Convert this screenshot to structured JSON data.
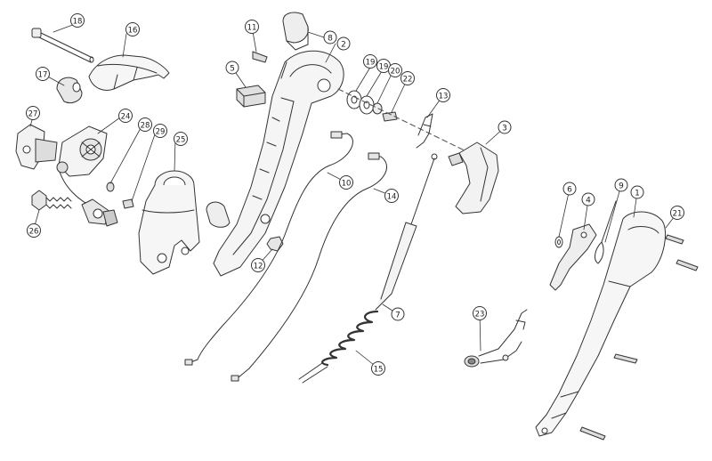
{
  "diagram": {
    "callouts": [
      {
        "id": "c1",
        "label": "1"
      },
      {
        "id": "c2",
        "label": "2"
      },
      {
        "id": "c3",
        "label": "3"
      },
      {
        "id": "c4",
        "label": "4"
      },
      {
        "id": "c5",
        "label": "5"
      },
      {
        "id": "c6",
        "label": "6"
      },
      {
        "id": "c7",
        "label": "7"
      },
      {
        "id": "c8",
        "label": "8"
      },
      {
        "id": "c9",
        "label": "9"
      },
      {
        "id": "c10",
        "label": "10"
      },
      {
        "id": "c11",
        "label": "11"
      },
      {
        "id": "c12",
        "label": "12"
      },
      {
        "id": "c13",
        "label": "13"
      },
      {
        "id": "c14",
        "label": "14"
      },
      {
        "id": "c15",
        "label": "15"
      },
      {
        "id": "c16",
        "label": "16"
      },
      {
        "id": "c17",
        "label": "17"
      },
      {
        "id": "c18",
        "label": "18"
      },
      {
        "id": "c19a",
        "label": "19"
      },
      {
        "id": "c19b",
        "label": "19"
      },
      {
        "id": "c20",
        "label": "20"
      },
      {
        "id": "c21",
        "label": "21"
      },
      {
        "id": "c22",
        "label": "22"
      },
      {
        "id": "c23",
        "label": "23"
      },
      {
        "id": "c24",
        "label": "24"
      },
      {
        "id": "c25",
        "label": "25"
      },
      {
        "id": "c26",
        "label": "26"
      },
      {
        "id": "c27",
        "label": "27"
      },
      {
        "id": "c28",
        "label": "28"
      },
      {
        "id": "c29",
        "label": "29"
      }
    ]
  }
}
